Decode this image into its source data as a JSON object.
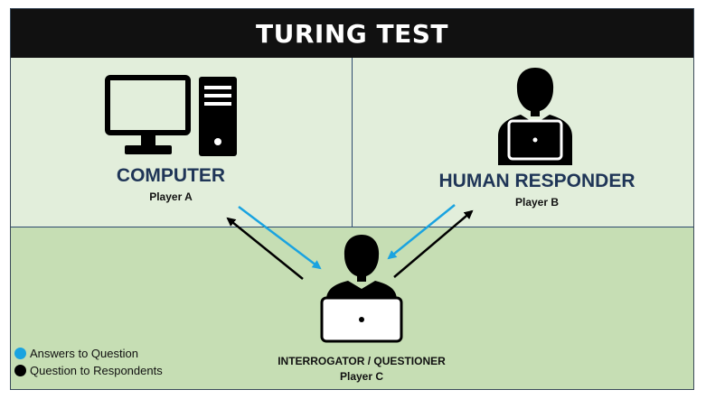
{
  "title": "TURING TEST",
  "computer": {
    "label": "COMPUTER",
    "player": "Player A"
  },
  "human": {
    "label": "HUMAN RESPONDER",
    "player": "Player B"
  },
  "interrogator": {
    "label": "INTERROGATOR / QUESTIONER",
    "player": "Player C"
  },
  "legend": [
    {
      "label": "Answers to Question",
      "color": "#1aa3e0"
    },
    {
      "label": "Question to Respondents",
      "color": "#000000"
    }
  ],
  "colors": {
    "answer_arrow": "#1aa3e0",
    "question_arrow": "#000000"
  },
  "icons": {
    "computer": "desktop-computer-icon",
    "human": "person-at-laptop-icon",
    "interrogator": "person-at-laptop-icon"
  }
}
